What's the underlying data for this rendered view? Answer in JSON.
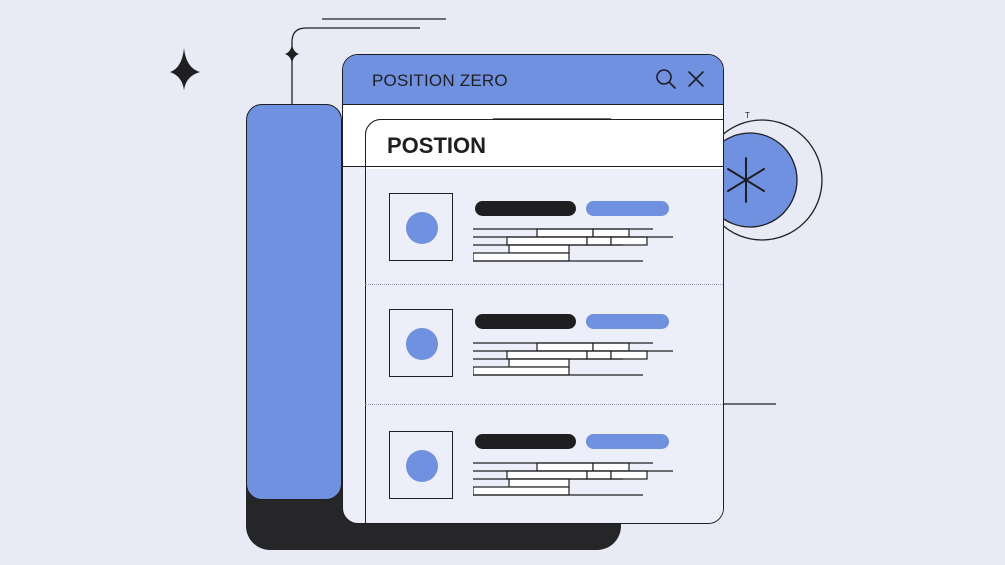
{
  "window": {
    "title": "POSITION ZERO",
    "icons": [
      "search-icon",
      "close-icon"
    ]
  },
  "panel": {
    "title": "POSTION"
  },
  "list": {
    "items": [
      {
        "thumbnail": "circle-thumbnail"
      },
      {
        "thumbnail": "circle-thumbnail"
      },
      {
        "thumbnail": "circle-thumbnail"
      }
    ]
  },
  "colors": {
    "accent": "#7090e0",
    "dark": "#1f1f22",
    "background": "#e8eaf5",
    "panel": "#eceef9"
  },
  "decor": [
    "sparkle-icon",
    "asterisk-icon"
  ]
}
